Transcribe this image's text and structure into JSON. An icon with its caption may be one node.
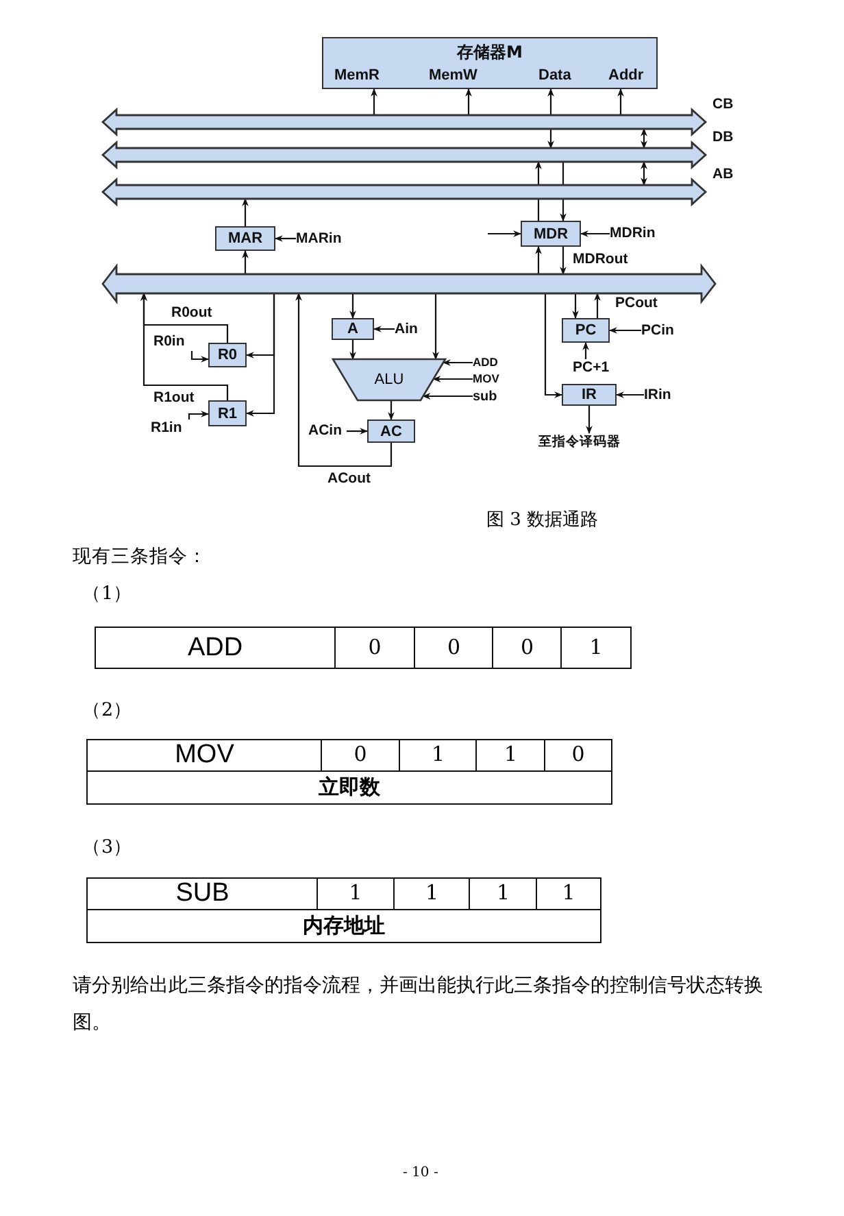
{
  "diagram": {
    "caption": "图 3 数据通路",
    "nodes": [
      {
        "text": [
          "存储器M",
          "MemR",
          "MemW",
          "Data",
          "Addr"
        ]
      },
      {
        "text": [
          "CB"
        ]
      },
      {
        "text": [
          "DB"
        ]
      },
      {
        "text": [
          "AB"
        ]
      },
      {
        "text": [
          "MAR"
        ]
      },
      {
        "text": [
          "MDR"
        ]
      },
      {
        "text": [],
        "shape": "bar"
      },
      {
        "text": [
          "R0"
        ]
      },
      {
        "text": [
          "R1"
        ]
      },
      {
        "text": [
          "A"
        ]
      },
      {
        "text": [
          "ALU"
        ]
      },
      {
        "text": [
          "AC"
        ]
      },
      {
        "text": [
          "PC"
        ]
      },
      {
        "text": [
          "IR"
        ]
      },
      {
        "text": [
          "MARin"
        ]
      },
      {
        "text": [
          "MDRin"
        ]
      },
      {
        "text": [
          "R0in"
        ]
      },
      {
        "text": [
          "R1in"
        ]
      },
      {
        "text": [
          "Ain"
        ]
      },
      {
        "text": [
          "ADD"
        ]
      },
      {
        "text": [
          "MOV"
        ]
      },
      {
        "text": [
          "sub"
        ]
      },
      {
        "text": [
          "ACin"
        ]
      },
      {
        "text": [
          "PCin"
        ]
      },
      {
        "text": [
          "PC+1"
        ]
      },
      {
        "text": [
          "IRin"
        ]
      },
      {
        "text": [
          "至指令译码器"
        ]
      }
    ],
    "edges": [
      {
        "from": 1,
        "to": 0,
        "arrow": "to"
      },
      {
        "from": 1,
        "to": 0,
        "arrow": "to"
      },
      {
        "from": 0,
        "to": 2,
        "arrow": "both"
      },
      {
        "from": 1,
        "to": 0,
        "arrow": "to"
      },
      {
        "from": 1,
        "to": 2,
        "arrow": "both"
      },
      {
        "from": 2,
        "to": 3,
        "arrow": "both"
      },
      {
        "from": 6,
        "to": 4,
        "arrow": "to"
      },
      {
        "from": 4,
        "to": 3,
        "arrow": "to"
      },
      {
        "from": 5,
        "to": 2,
        "arrow": "to"
      },
      {
        "from": 2,
        "to": 5,
        "arrow": "to"
      },
      {
        "from": null,
        "to": 5,
        "arrow": "to"
      },
      {
        "from": 6,
        "to": 5,
        "arrow": "to"
      },
      {
        "from": 5,
        "to": 6,
        "arrow": "to",
        "label": "MDRout"
      },
      {
        "from": 7,
        "to": 6,
        "arrow": "to",
        "label": "R0out"
      },
      {
        "from": 8,
        "to": 6,
        "arrow": "to",
        "label": "R1out"
      },
      {
        "from": 6,
        "to": 7,
        "arrow": "to"
      },
      {
        "from": 6,
        "to": 8,
        "arrow": "to"
      },
      {
        "from": 11,
        "to": 6,
        "arrow": "to",
        "label": "ACout"
      },
      {
        "from": 6,
        "to": 9,
        "arrow": "to"
      },
      {
        "from": 9,
        "to": 10,
        "arrow": "to"
      },
      {
        "from": 6,
        "to": 10,
        "arrow": "to"
      },
      {
        "from": 10,
        "to": 11,
        "arrow": "to"
      },
      {
        "from": 6,
        "to": 12,
        "arrow": "to"
      },
      {
        "from": 12,
        "to": 6,
        "arrow": "to",
        "label": "PCout"
      },
      {
        "from": 6,
        "to": 13,
        "arrow": "to"
      },
      {
        "from": 14,
        "to": 4,
        "arrow": "to"
      },
      {
        "from": 15,
        "to": 5,
        "arrow": "to"
      },
      {
        "from": 16,
        "to": 7,
        "arrow": "to"
      },
      {
        "from": 17,
        "to": 8,
        "arrow": "to"
      },
      {
        "from": 18,
        "to": 9,
        "arrow": "to"
      },
      {
        "from": 19,
        "to": 10,
        "arrow": "to"
      },
      {
        "from": 20,
        "to": 10,
        "arrow": "to"
      },
      {
        "from": 21,
        "to": 10,
        "arrow": "to"
      },
      {
        "from": 22,
        "to": 11,
        "arrow": "to"
      },
      {
        "from": 23,
        "to": 12,
        "arrow": "to"
      },
      {
        "from": 24,
        "to": 12,
        "arrow": "to"
      },
      {
        "from": 25,
        "to": 13,
        "arrow": "to"
      },
      {
        "from": 13,
        "to": 26,
        "arrow": "to"
      }
    ],
    "labels": [
      "现有三条指令：",
      "（1）",
      "ADD",
      "0",
      "0",
      "0",
      "1",
      "（2）",
      "MOV",
      "0",
      "1",
      "1",
      "0",
      "立即数",
      "（3）",
      "SUB",
      "1",
      "1",
      "1",
      "1",
      "内存地址",
      "请分别给出此三条指令的指令流程，并画出能执行此三条指令的控制信号状态转换图。",
      "- 10 -"
    ]
  }
}
